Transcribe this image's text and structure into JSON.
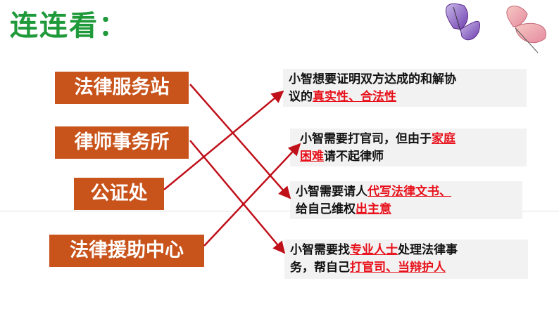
{
  "title": "连连看：",
  "left_items": [
    "法律服务站",
    "律师事务所",
    "公证处",
    "法律援助中心"
  ],
  "right_items": [
    {
      "lines": [
        [
          {
            "t": "小智想要证明双方达成的和解协",
            "em": false
          }
        ],
        [
          {
            "t": "议的",
            "em": false
          },
          {
            "t": "真实性、合法性",
            "em": true
          }
        ]
      ]
    },
    {
      "lines": [
        [
          {
            "t": "小智需要打官司，但由于",
            "em": false
          },
          {
            "t": "家庭",
            "em": true
          }
        ],
        [
          {
            "t": "困难",
            "em": true
          },
          {
            "t": "请不起律师",
            "em": false
          }
        ]
      ]
    },
    {
      "lines": [
        [
          {
            "t": "小智需要请人",
            "em": false
          },
          {
            "t": "代写法律文书、",
            "em": true
          }
        ],
        [
          {
            "t": "给自己维权",
            "em": false
          },
          {
            "t": "出主意",
            "em": true
          }
        ]
      ]
    },
    {
      "lines": [
        [
          {
            "t": "小智需要找",
            "em": false
          },
          {
            "t": "专业人士",
            "em": true
          },
          {
            "t": "处理法律事",
            "em": false
          }
        ],
        [
          {
            "t": "务，帮自己",
            "em": false
          },
          {
            "t": "打官司、当辩护人",
            "em": true
          }
        ]
      ]
    }
  ],
  "colors": {
    "title": "#1f9a3a",
    "left_box": "#c8531b",
    "arrow": "#c0101a",
    "emphasis": "#e8101a"
  }
}
